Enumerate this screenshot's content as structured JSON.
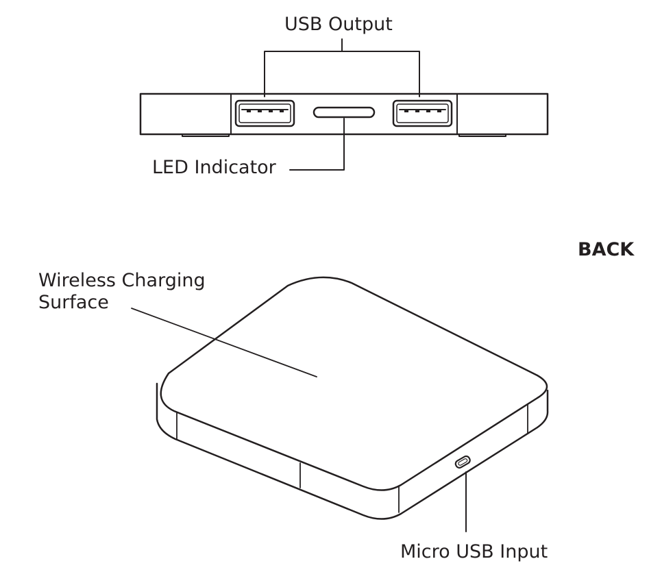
{
  "labels": {
    "usb_output": "USB Output",
    "led_indicator": "LED Indicator",
    "back": "BACK",
    "wireless_line1": "Wireless Charging",
    "wireless_line2": "Surface",
    "micro_usb_input": "Micro USB Input"
  },
  "colors": {
    "stroke": "#231f20",
    "background": "#ffffff"
  }
}
